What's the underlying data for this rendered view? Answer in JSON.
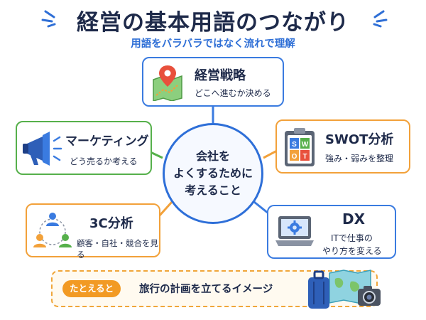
{
  "title": "経営の基本用語のつながり",
  "subtitle": "用語をバラバラではなく流れで理解",
  "center": {
    "line1": "会社を",
    "line2": "よくするために",
    "line3": "考えること"
  },
  "nodes": {
    "strategy": {
      "title": "経営戦略",
      "desc": "どこへ進むか決める",
      "color": "#3a7be0"
    },
    "swot": {
      "title": "SWOT分析",
      "desc": "強み・弱みを整理",
      "color": "#f2a13a",
      "tiles": [
        "S",
        "W",
        "O",
        "T"
      ]
    },
    "marketing": {
      "title": "マーケティング",
      "desc": "どう売るか考える",
      "color": "#56b04b"
    },
    "threec": {
      "title": "3C分析",
      "desc": "顧客・自社・競合を見る",
      "color": "#f2a13a"
    },
    "dx": {
      "title": "DX",
      "desc_line1": "ITで仕事の",
      "desc_line2": "やり方を変える",
      "color": "#3a7be0"
    }
  },
  "example": {
    "badge": "たとえると",
    "text": "旅行の計画を立てるイメージ"
  }
}
